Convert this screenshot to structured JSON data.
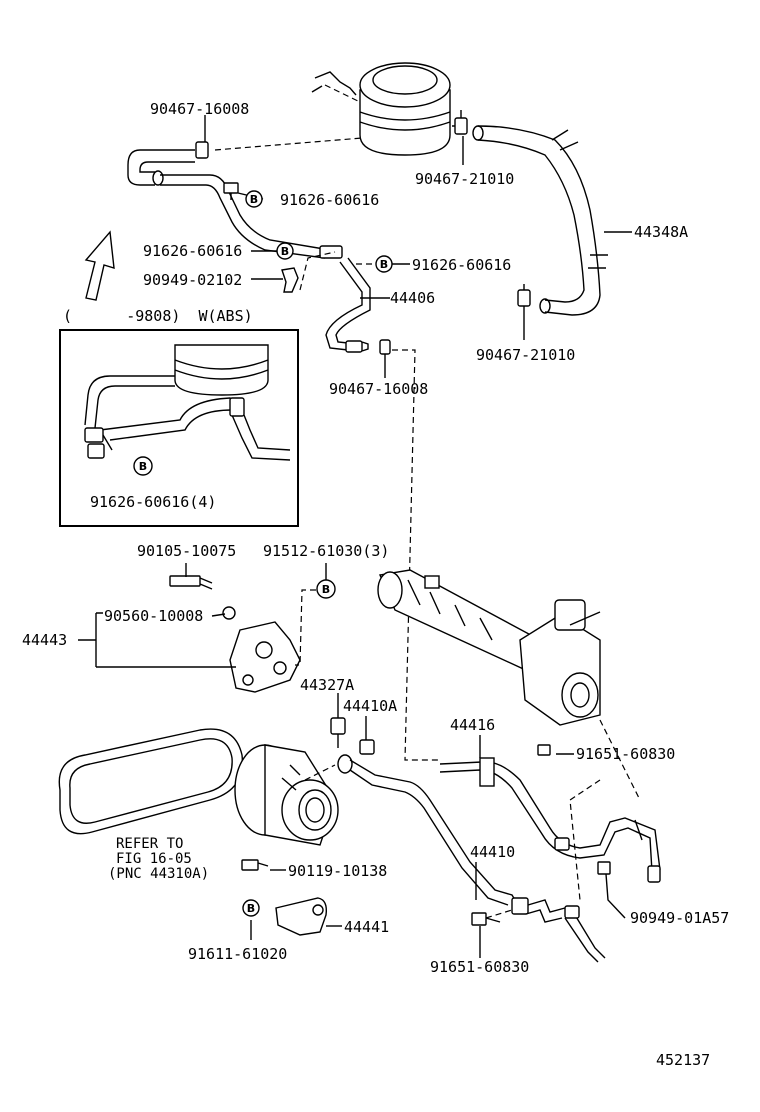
{
  "badge_letter": "B",
  "labels": {
    "p_90467_16008_top": "90467-16008",
    "p_90467_21010_top": "90467-21010",
    "p_91626_60616_a": "91626-60616",
    "p_44348A": "44348A",
    "p_91626_60616_b": "91626-60616",
    "p_90949_02102": "90949-02102",
    "p_91626_60616_c": "91626-60616",
    "p_44406": "44406",
    "p_90467_21010_bot": "90467-21010",
    "p_90467_16008_bot": "90467-16008",
    "abs_note": "(      -9808)  W(ABS)",
    "inset_label": "91626-60616(4)",
    "p_90105_10075": "90105-10075",
    "p_91512_61030": "91512-61030(3)",
    "p_90560_10008": "90560-10008",
    "p_44443": "44443",
    "p_44327A": "44327A",
    "p_44410A": "44410A",
    "p_44416": "44416",
    "p_91651_60830_top": "91651-60830",
    "refer_1": "REFER TO",
    "refer_2": "FIG 16-05",
    "refer_3": "(PNC 44310A)",
    "p_44410": "44410",
    "p_90119_10138": "90119-10138",
    "p_90949_01A57": "90949-01A57",
    "p_44441": "44441",
    "p_91611_61020": "91611-61020",
    "p_91651_60830_bot": "91651-60830",
    "figure_number": "452137"
  }
}
